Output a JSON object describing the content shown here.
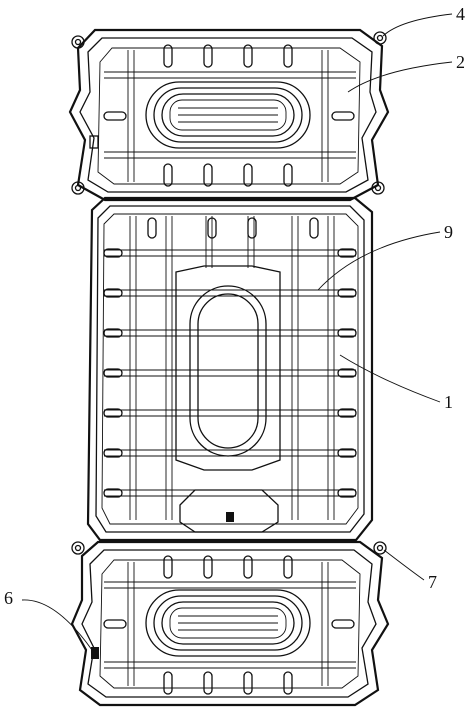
{
  "figure": {
    "callouts": [
      {
        "id": "4",
        "label": "4"
      },
      {
        "id": "2",
        "label": "2"
      },
      {
        "id": "9",
        "label": "9"
      },
      {
        "id": "1",
        "label": "1"
      },
      {
        "id": "6",
        "label": "6"
      },
      {
        "id": "7",
        "label": "7"
      }
    ]
  }
}
